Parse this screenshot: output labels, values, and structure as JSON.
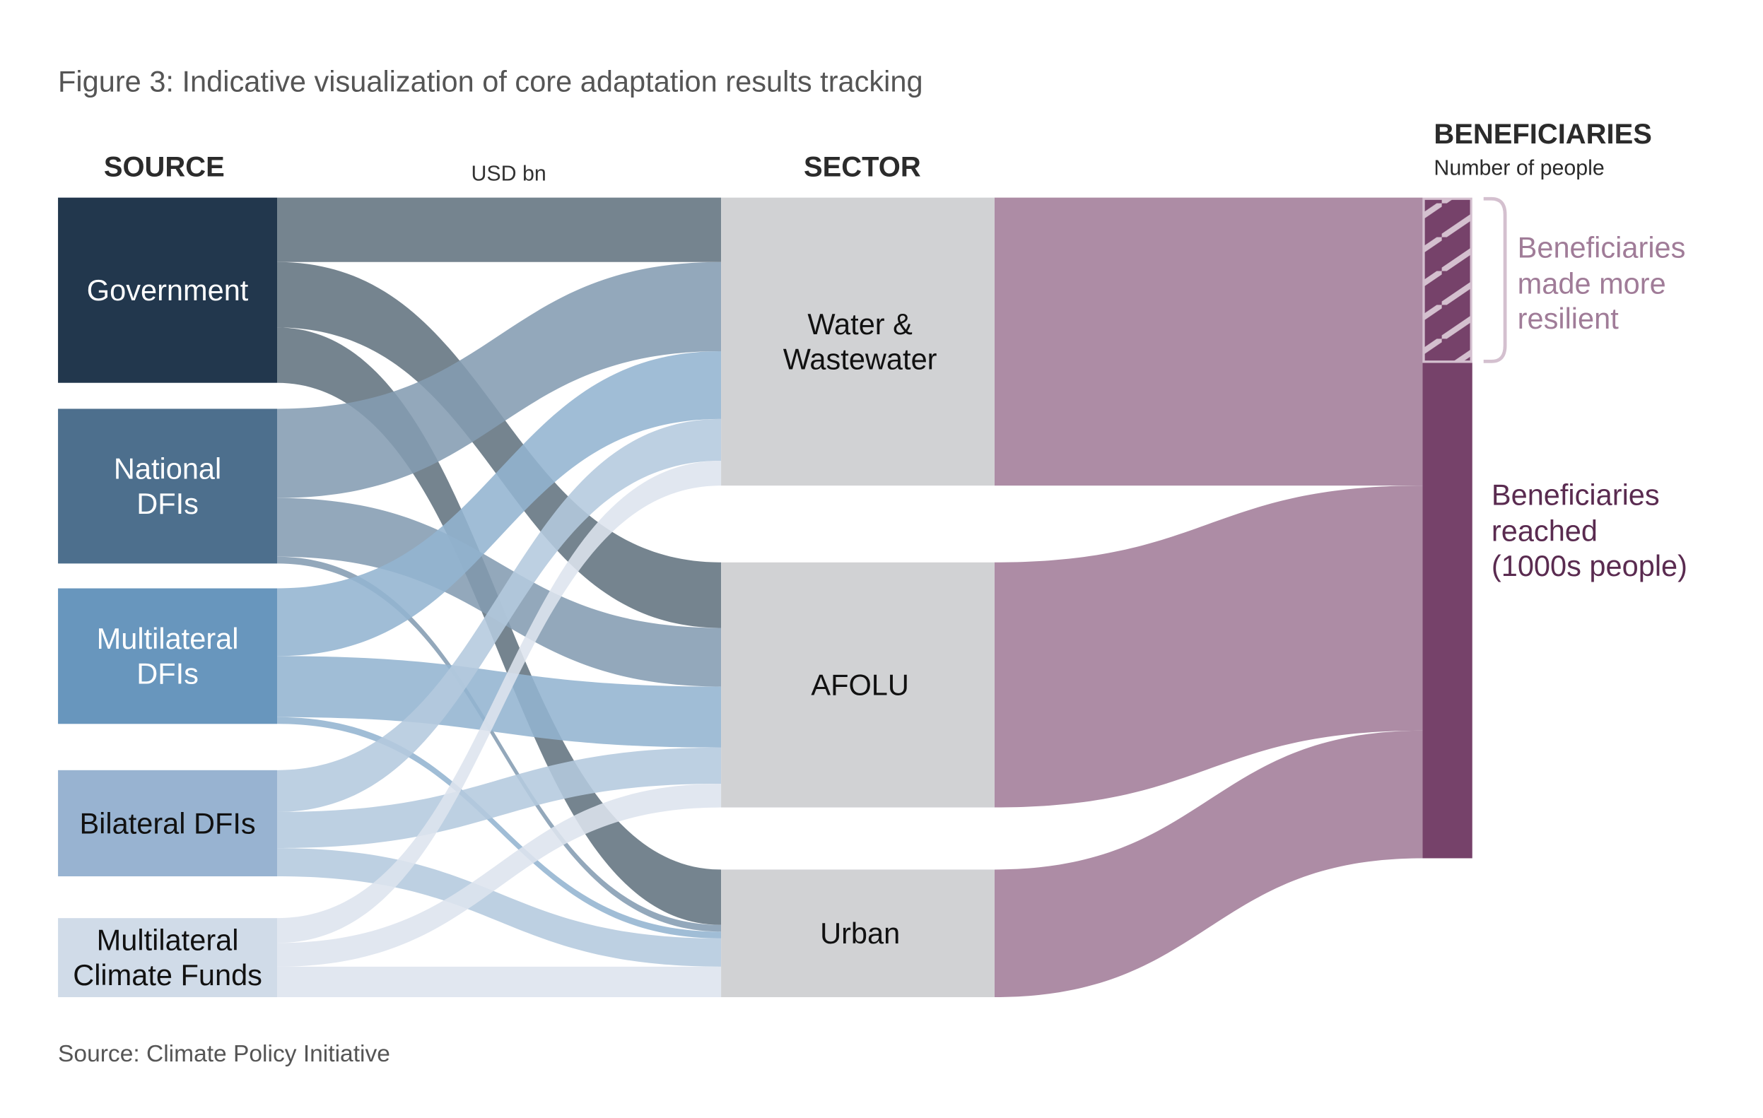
{
  "title": "Figure 3: Indicative visualization of core adaptation results tracking",
  "source_note": "Source: Climate Policy Initiative",
  "chart_data": {
    "type": "sankey",
    "headers": {
      "source": "SOURCE",
      "units": "USD bn",
      "sector": "SECTOR",
      "beneficiaries": "BENEFICIARIES",
      "beneficiaries_sub": "Number of people"
    },
    "sources": [
      {
        "id": "gov",
        "lines": [
          "Government"
        ],
        "color": "#22374d",
        "link_color": "#62737f",
        "text_color": "#ffffff"
      },
      {
        "id": "nat",
        "lines": [
          "National",
          "DFIs"
        ],
        "color": "#4d6f8d",
        "link_color": "#849cb2",
        "text_color": "#ffffff"
      },
      {
        "id": "mdfi",
        "lines": [
          "Multilateral",
          "DFIs"
        ],
        "color": "#6896bd",
        "link_color": "#93b4d0",
        "text_color": "#ffffff"
      },
      {
        "id": "bil",
        "lines": [
          "Bilateral DFIs"
        ],
        "color": "#98b3d1",
        "link_color": "#b4c9de",
        "text_color": "#111111"
      },
      {
        "id": "mcf",
        "lines": [
          "Multilateral",
          "Climate Funds"
        ],
        "color": "#d0dbe8",
        "link_color": "#dde4ee",
        "text_color": "#111111"
      }
    ],
    "sectors": [
      {
        "id": "water",
        "lines": [
          "Water &",
          "Wastewater"
        ]
      },
      {
        "id": "afolu",
        "lines": [
          "AFOLU"
        ]
      },
      {
        "id": "urban",
        "lines": [
          "Urban"
        ]
      }
    ],
    "links": [
      {
        "source": "gov",
        "target": "water",
        "value": 11.4
      },
      {
        "source": "gov",
        "target": "afolu",
        "value": 11.6
      },
      {
        "source": "gov",
        "target": "urban",
        "value": 9.8
      },
      {
        "source": "nat",
        "target": "water",
        "value": 15.8
      },
      {
        "source": "nat",
        "target": "afolu",
        "value": 10.4
      },
      {
        "source": "nat",
        "target": "urban",
        "value": 1.2
      },
      {
        "source": "mdfi",
        "target": "water",
        "value": 12.0
      },
      {
        "source": "mdfi",
        "target": "afolu",
        "value": 10.8
      },
      {
        "source": "mdfi",
        "target": "urban",
        "value": 1.2
      },
      {
        "source": "bil",
        "target": "water",
        "value": 7.4
      },
      {
        "source": "bil",
        "target": "afolu",
        "value": 6.4
      },
      {
        "source": "bil",
        "target": "urban",
        "value": 5.0
      },
      {
        "source": "mcf",
        "target": "water",
        "value": 4.4
      },
      {
        "source": "mcf",
        "target": "afolu",
        "value": 4.2
      },
      {
        "source": "mcf",
        "target": "urban",
        "value": 5.4
      }
    ],
    "beneficiaries": {
      "resilient_share": 0.25,
      "resilient_label": [
        "Beneficiaries",
        "made more",
        "resilient"
      ],
      "reached_label": [
        "Beneficiaries",
        "reached",
        "(1000s people)"
      ]
    },
    "colors": {
      "sector_node": "#d1d2d4",
      "beneficiary_flow": "#ad8ca5",
      "beneficiary_bar": "#76426a",
      "hatch": "#d4c0cf",
      "resilient_text": "#a07c98",
      "reached_text": "#5a2b50"
    }
  }
}
